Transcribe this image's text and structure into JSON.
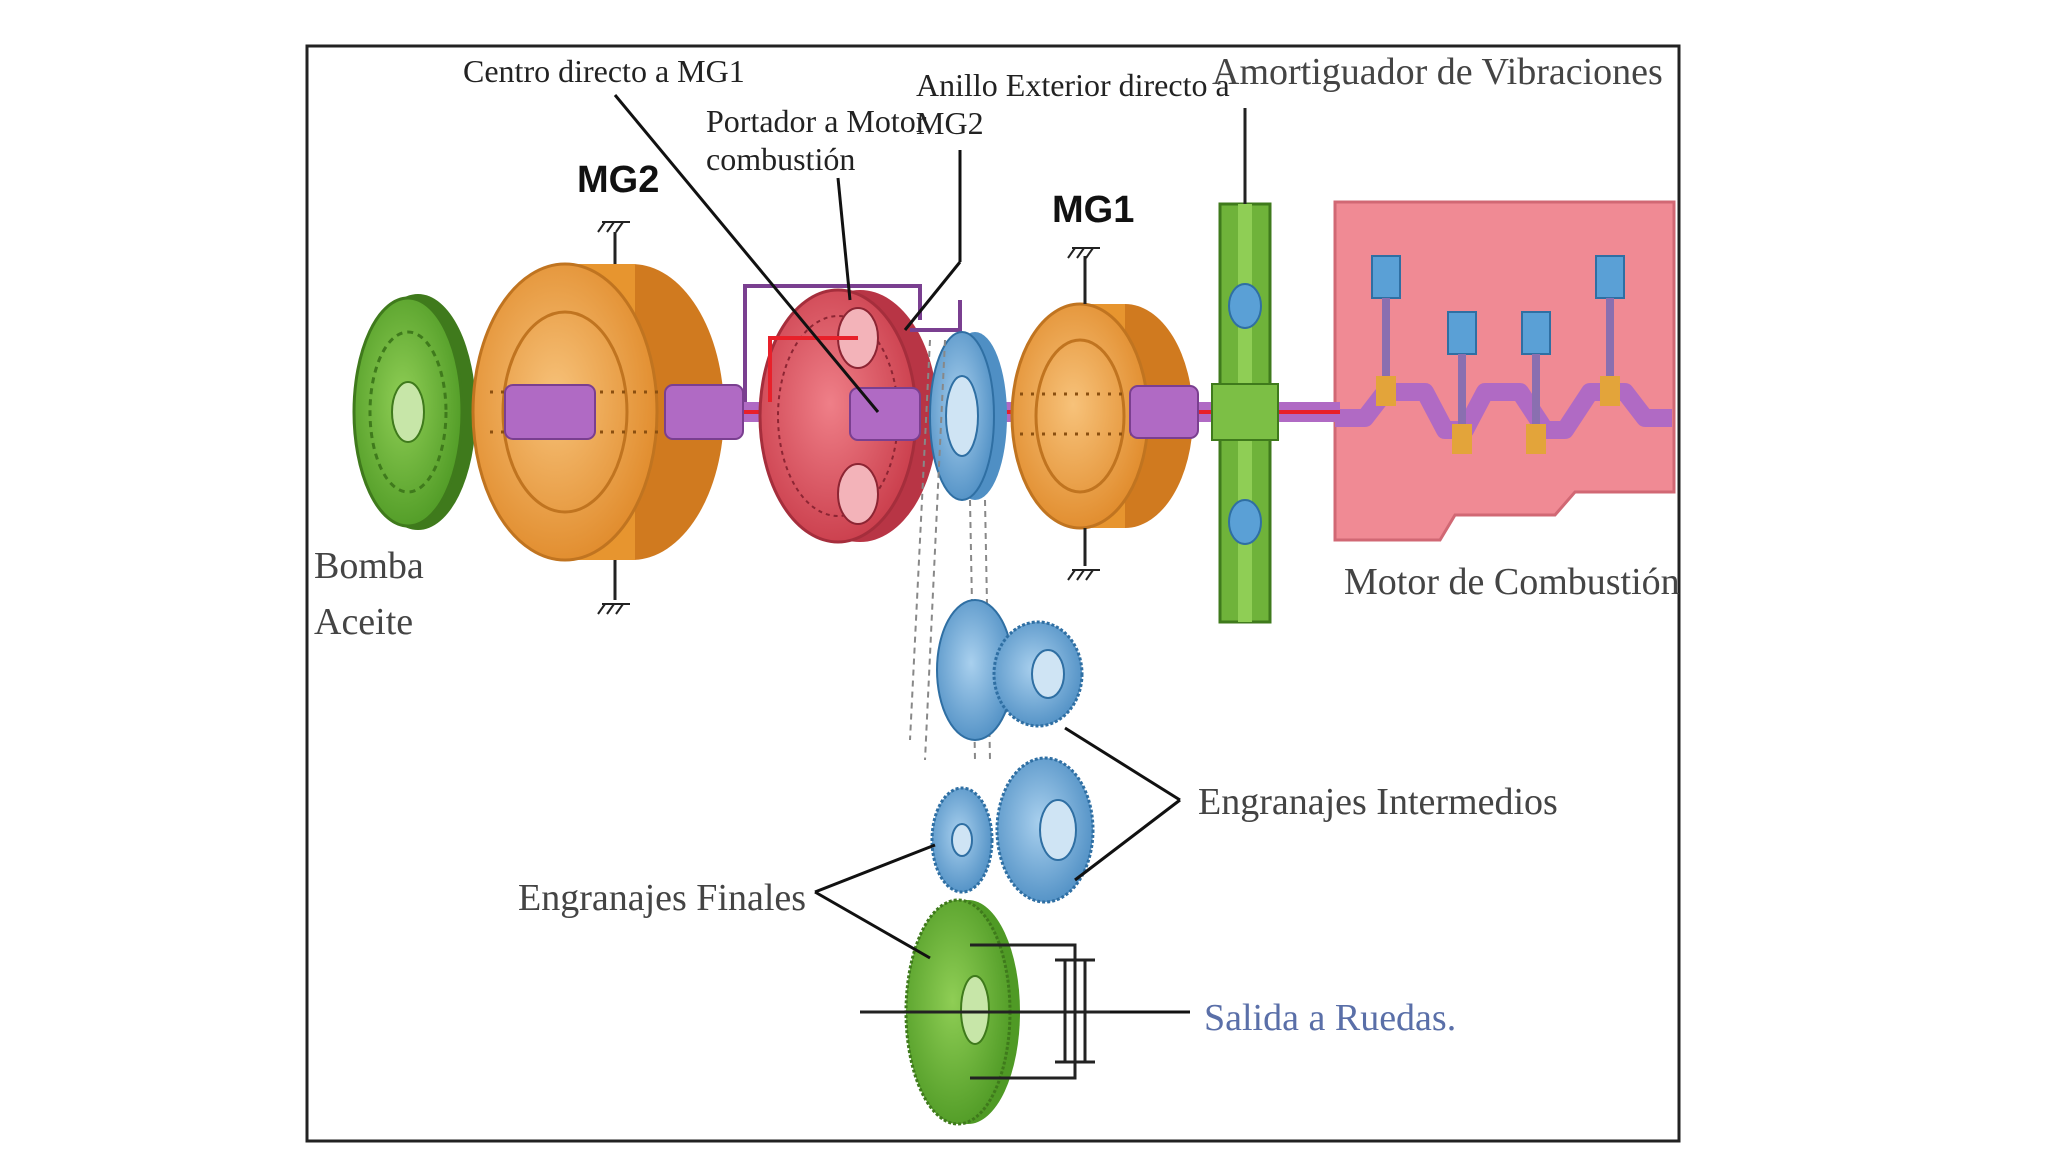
{
  "colors": {
    "pump_green": "#6fb33a",
    "motor_orange": "#f2a64a",
    "planetary_red": "#e05a66",
    "gear_blue": "#7fb3dd",
    "engine_pink": "#f08a94",
    "shaft_purple": "#b06ac4",
    "shaft_red": "#e8202a",
    "frame": "#222222",
    "output_text": "#5a6fa8"
  },
  "labels": {
    "sun_to_mg1": "Centro directo a MG1",
    "carrier_line1": "Portador a Motor",
    "carrier_line2": "combustión",
    "ring_line1": "Anillo Exterior directo a",
    "ring_line2": "MG2",
    "damper": "Amortiguador de Vibraciones",
    "mg2": "MG2",
    "mg1": "MG1",
    "pump_line1": "Bomba",
    "pump_line2": "Aceite",
    "engine": "Motor de Combustión",
    "intermediate_gears": "Engranajes Intermedios",
    "final_gears": "Engranajes Finales",
    "wheel_output": "Salida a Ruedas."
  },
  "icons": {
    "ground": "ground-symbol-icon",
    "piston": "piston-icon",
    "gear": "gear-icon"
  }
}
